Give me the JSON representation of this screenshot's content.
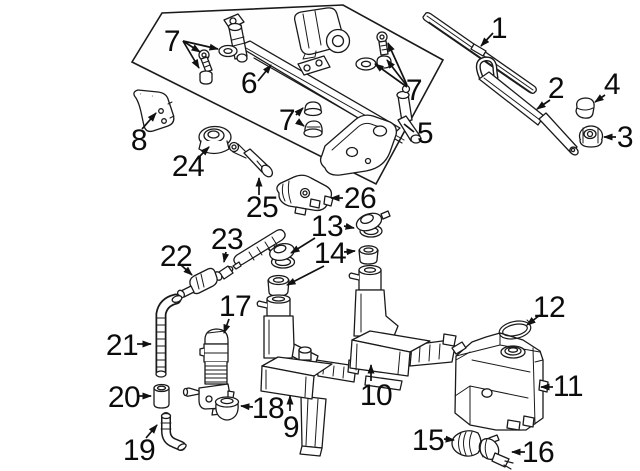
{
  "diagram": {
    "type": "exploded-parts-diagram",
    "background": "#ffffff",
    "line_color": "#1a1a1a",
    "label_color": "#0c0c0c",
    "callouts": {
      "c1": {
        "label": "1"
      },
      "c2": {
        "label": "2"
      },
      "c3": {
        "label": "3"
      },
      "c4": {
        "label": "4"
      },
      "c5": {
        "label": "5"
      },
      "c6": {
        "label": "6"
      },
      "c7a": {
        "label": "7"
      },
      "c7b": {
        "label": "7"
      },
      "c7c": {
        "label": "7"
      },
      "c8": {
        "label": "8"
      },
      "c9": {
        "label": "9"
      },
      "c10": {
        "label": "10"
      },
      "c11": {
        "label": "11"
      },
      "c12": {
        "label": "12"
      },
      "c13": {
        "label": "13"
      },
      "c14": {
        "label": "14"
      },
      "c15": {
        "label": "15"
      },
      "c16": {
        "label": "16"
      },
      "c17": {
        "label": "17"
      },
      "c18": {
        "label": "18"
      },
      "c19": {
        "label": "19"
      },
      "c20": {
        "label": "20"
      },
      "c21": {
        "label": "21"
      },
      "c22": {
        "label": "22"
      },
      "c23": {
        "label": "23"
      },
      "c24": {
        "label": "24"
      },
      "c25": {
        "label": "25"
      },
      "c26": {
        "label": "26"
      }
    }
  }
}
